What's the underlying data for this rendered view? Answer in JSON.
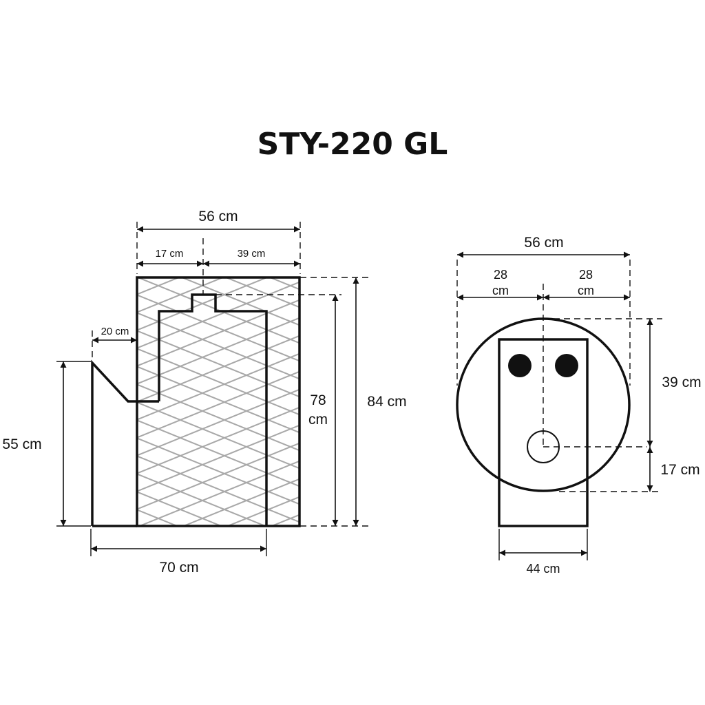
{
  "title": "STY-220 GL",
  "side_view": {
    "overall_width": "56 cm",
    "left_section": "17 cm",
    "right_section": "39 cm",
    "step_width": "20 cm",
    "left_height": "55 cm",
    "inner_height_line1": "78",
    "inner_height_line2": "cm",
    "total_height": "84 cm",
    "base_width": "70 cm"
  },
  "front_view": {
    "overall_width": "56 cm",
    "half_left_line1": "28",
    "half_left_line2": "cm",
    "half_right_line1": "28",
    "half_right_line2": "cm",
    "upper_height": "39 cm",
    "lower_height": "17 cm",
    "base_width": "44 cm"
  },
  "colors": {
    "ink": "#111111",
    "hatch": "#a8a8a8"
  }
}
